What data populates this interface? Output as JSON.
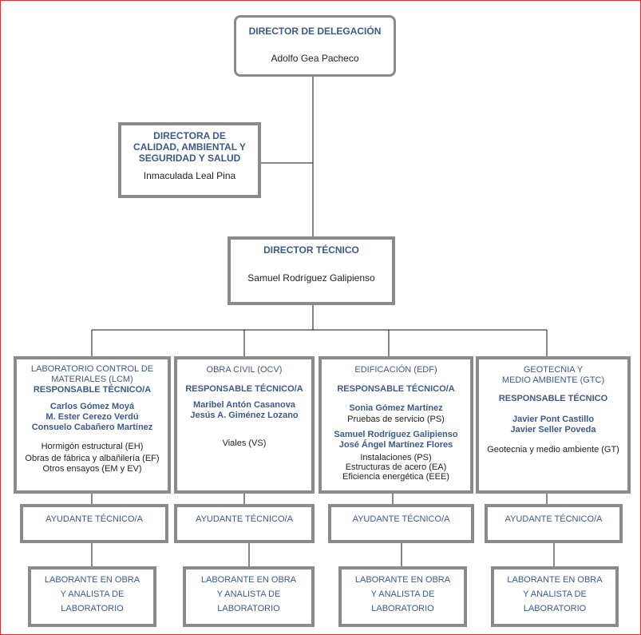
{
  "director": {
    "title": "DIRECTOR DE DELEGACIÓN",
    "name": "Adolfo Gea Pacheco"
  },
  "quality": {
    "title_lines": [
      "DIRECTORA DE",
      "CALIDAD, AMBIENTAL Y",
      "SEGURIDAD Y SALUD"
    ],
    "name": "Inmaculada Leal Pina"
  },
  "technical": {
    "title": "DIRECTOR TÉCNICO",
    "name": "Samuel Rodríguez Galipienso"
  },
  "departments": [
    {
      "title_lines": [
        "LABORATORIO CONTROL DE",
        "MATERIALES (LCM)"
      ],
      "role": "RESPONSABLE TÉCNICO/A",
      "people": [
        "Carlos Gómez Moyá",
        "M. Ester Cerezo Verdú",
        "Consuelo Cabañero Martínez"
      ],
      "areas": [
        "Hormigón estructural (EH)",
        "Obras de fábrica y albañilería (EF)",
        "Otros ensayos (EM y EV)"
      ]
    },
    {
      "title_lines": [
        "OBRA CIVIL (OCV)"
      ],
      "role": "RESPONSABLE TÉCNICO/A",
      "people": [
        "Maribel Antón Casanova",
        "Jesús A. Giménez Lozano"
      ],
      "areas": [
        "Viales (VS)"
      ]
    },
    {
      "title_lines": [
        "EDIFICACIÓN (EDF)"
      ],
      "role": "RESPONSABLE TÉCNICO/A",
      "people": [
        "Sonia Gómez Martínez"
      ],
      "areas": [
        "Pruebas de servicio (PS)"
      ],
      "people2": [
        "Samuel Rodríguez Galipienso",
        "José Ángel Martínez Flores"
      ],
      "areas2": [
        "Instalaciones (PS)",
        "Estructuras de acero (EA)",
        "Eficiencia energética (EEE)"
      ]
    },
    {
      "title_lines": [
        "GEOTECNIA Y",
        "MEDIO AMBIENTE (GTC)"
      ],
      "role": "RESPONSABLE TÉCNICO",
      "people": [
        "Javier Pont Castillo",
        "Javier Seller Poveda"
      ],
      "areas": [
        "Geotecnia y medio ambiente (GT)"
      ]
    }
  ],
  "assistant_label": "AYUDANTE TÉCNICO/A",
  "lab_lines": [
    "LABORANTE EN OBRA",
    "Y ANALISTA DE",
    "LABORATORIO"
  ]
}
